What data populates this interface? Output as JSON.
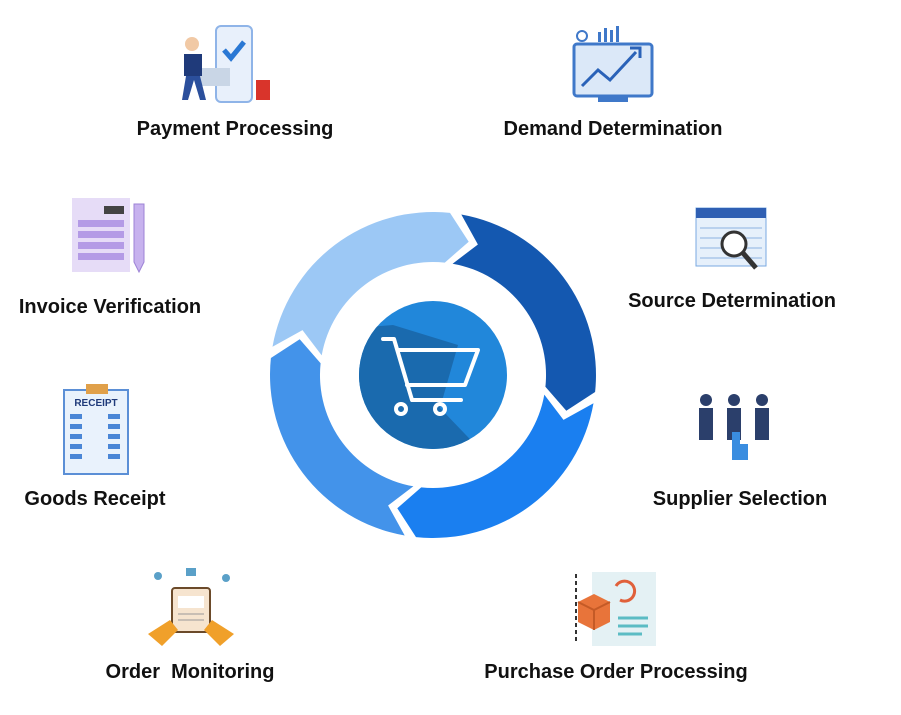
{
  "steps": [
    {
      "label": "Demand Determination",
      "icon": "chart-monitor-icon"
    },
    {
      "label": "Source Determination",
      "icon": "search-browser-icon"
    },
    {
      "label": "Supplier Selection",
      "icon": "people-select-icon"
    },
    {
      "label": "Purchase Order Processing",
      "icon": "order-box-document-icon"
    },
    {
      "label": "Order  Monitoring",
      "icon": "tablet-monitoring-icon"
    },
    {
      "label": "Goods Receipt",
      "icon": "receipt-icon"
    },
    {
      "label": "Invoice Verification",
      "icon": "invoice-pen-icon"
    },
    {
      "label": "Payment Processing",
      "icon": "mobile-payment-icon"
    }
  ],
  "center": {
    "icon": "shopping-cart-icon"
  },
  "colors": {
    "segment_top_right": "#1458b0",
    "segment_bottom_right": "#1a7ff0",
    "segment_bottom_left": "#4393ea",
    "segment_top_left": "#9cc8f5",
    "center_disk": "#2187da",
    "center_shadow": "#1a6aae"
  }
}
